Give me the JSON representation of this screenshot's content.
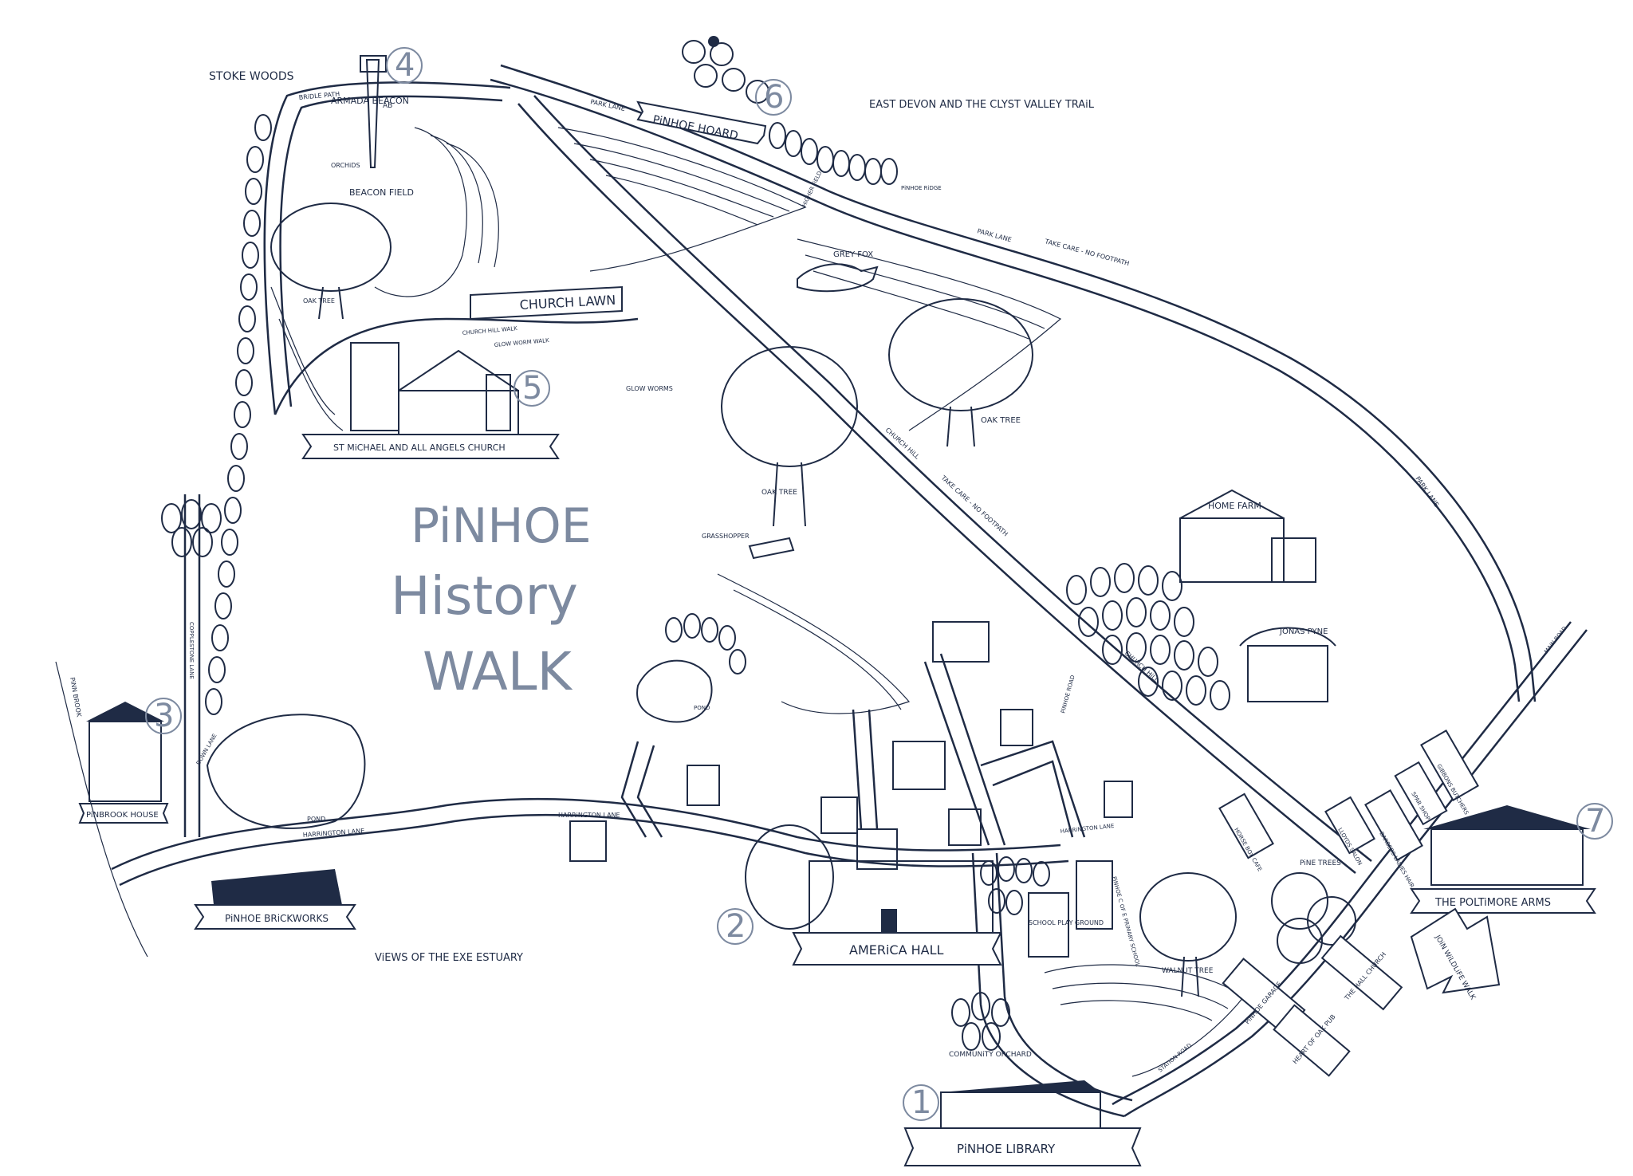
{
  "title": {
    "line1": "PiNHOE",
    "line2": "History",
    "line3": "WALK"
  },
  "stops": [
    {
      "number": "1",
      "label": "PiNHOE LIBRARY"
    },
    {
      "number": "2",
      "label": "AMERiCA HALL"
    },
    {
      "number": "3",
      "label": "PiNBROOK HOUSE"
    },
    {
      "number": "4",
      "label": "ARMADA BEACON"
    },
    {
      "number": "5",
      "label": "ST MiCHAEL AND ALL ANGELS CHURCH"
    },
    {
      "number": "6",
      "label": "PiNHOE HOARD"
    },
    {
      "number": "7",
      "label": "THE POLTiMORE ARMS"
    }
  ],
  "places": {
    "brickworks": "PiNHOE BRiCKWORKS",
    "stoke_woods": "STOKE WOODS",
    "east_devon": "EAST DEVON AND THE CLYST VALLEY TRAiL",
    "views": "ViEWS OF THE EXE ESTUARY",
    "church_lawn": "CHURCH LAWN",
    "beacon_field": "BEACON FIELD",
    "orchids": "ORCHiDS",
    "ab": "AB",
    "oak_tree": "OAK TREE",
    "grey_fox": "GREY FOX",
    "glow_worms": "GLOW WORMS",
    "grasshopper": "GRASSHOPPER",
    "pond": "POND",
    "home_farm": "HOME FARM",
    "jonas_pyne": "JONAS PYNE",
    "community_orchard": "COMMUNiTY ORCHARD",
    "walnut_tree": "WALNUT TREE",
    "pine_trees": "PiNE TREES",
    "school_play_ground": "SCHOOL PLAY GROUND",
    "primary_school": "PiNHOE C OF E PRiMARY SCHOOL",
    "horse_box_cafe": "HORSE BOX CAFE",
    "lloyds_salon": "LLOYDS SALON",
    "barbers": "BARBERS LADIES HAIR",
    "spar_shop": "SPAR SHOP",
    "gibbons_butchers": "GiBBONS BUTCHERS",
    "pinhoe_garage": "PiNHOE GARAGE",
    "heart_of_oak": "HEART OF OAK PUB",
    "hall_church": "THE HALL CHURCH",
    "join_wildlife_walk": "JOiN WiLDLiFE WALK",
    "pinhoe_ridge": "PiNHOE RiDGE",
    "pinn_brook": "PiNN BROOK"
  },
  "roads": {
    "bridle_path": "BRiDLE PATH",
    "park_lane": "PARK LANE",
    "park_lane_take_care": "TAKE CARE - NO FOOTPATH",
    "church_hill": "CHURCH HiLL",
    "church_hill_take_care": "TAKE CARE - NO FOOTPATH",
    "harrington_lane": "HARRiNGTON LANE",
    "main_road": "MAiN ROAD",
    "station_road": "STATiON ROAD",
    "higher_field": "HiGHER FiELD",
    "church_hill_walk": "CHURCH HiLL WALK",
    "glow_worm_walk": "GLOW WORM WALK",
    "bishops_court_lane": "COPPLESTONE LANE",
    "orchard_lane": "DOWN LANE",
    "pinhoe_road": "PiNHOE ROAD"
  },
  "colors": {
    "ink": "#1f2b45",
    "title": "#7d8aa0",
    "background": "#ffffff"
  }
}
